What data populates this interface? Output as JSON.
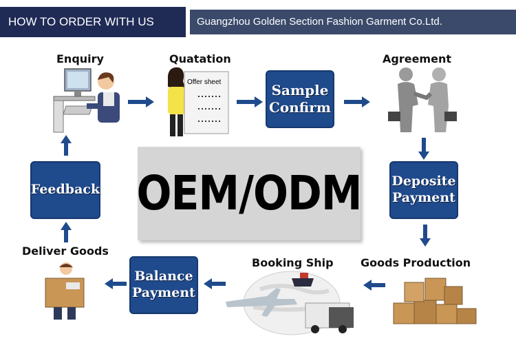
{
  "header": {
    "title": "HOW TO ORDER WITH US",
    "company": "Guangzhou Golden Section Fashion Garment Co.Ltd."
  },
  "steps": {
    "enquiry": "Enquiry",
    "quatation": "Quatation",
    "offer_sheet": "Offer sheet",
    "sample_confirm": [
      "Sample",
      "Confirm"
    ],
    "agreement": "Agreement",
    "deposite_payment": [
      "Deposite",
      "Payment"
    ],
    "goods_production": "Goods Production",
    "booking_ship": "Booking Ship",
    "balance_payment": [
      "Balance",
      "Payment"
    ],
    "deliver_goods": "Deliver Goods",
    "feedback": "Feedback"
  },
  "center": {
    "text": "OEM/ODM"
  },
  "colors": {
    "header_dark": "#1f2a55",
    "header_light": "#3b4a6b",
    "box_blue": "#1f4a8c",
    "arrow_blue": "#1f4a8c",
    "center_grey": "#d5d5d5"
  }
}
